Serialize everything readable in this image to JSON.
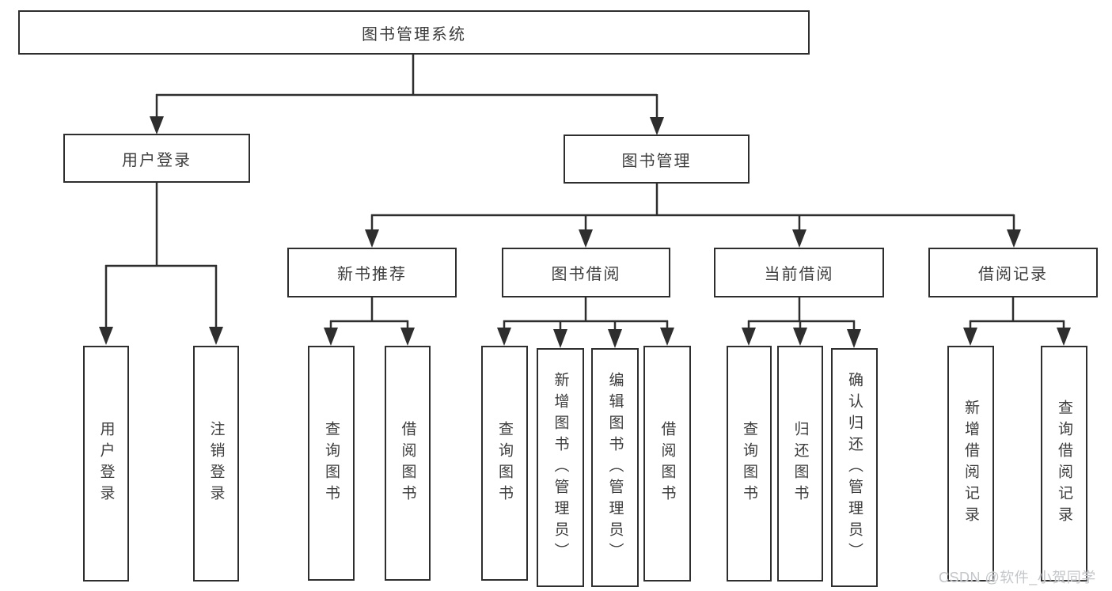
{
  "tree": {
    "label": "图书管理系统",
    "children": [
      {
        "label": "用户登录",
        "children": [
          {
            "label": "用户登录"
          },
          {
            "label": "注销登录"
          }
        ]
      },
      {
        "label": "图书管理",
        "children": [
          {
            "label": "新书推荐",
            "children": [
              {
                "label": "查询图书"
              },
              {
                "label": "借阅图书"
              }
            ]
          },
          {
            "label": "图书借阅",
            "children": [
              {
                "label": "查询图书"
              },
              {
                "label": "新增图书（管理员）"
              },
              {
                "label": "编辑图书（管理员）"
              },
              {
                "label": "借阅图书"
              }
            ]
          },
          {
            "label": "当前借阅",
            "children": [
              {
                "label": "查询图书"
              },
              {
                "label": "归还图书"
              },
              {
                "label": "确认归还（管理员）"
              }
            ]
          },
          {
            "label": "借阅记录",
            "children": [
              {
                "label": "新增借阅记录"
              },
              {
                "label": "查询借阅记录"
              }
            ]
          }
        ]
      }
    ]
  },
  "watermark": {
    "text": "CSDN @软件_小贺同学",
    "color": "#c3c6ca"
  },
  "style": {
    "line_color": "#2e2e2e",
    "box_border_color": "#2e2e2e",
    "text_color": "#3d3d3d",
    "background": "#ffffff"
  }
}
